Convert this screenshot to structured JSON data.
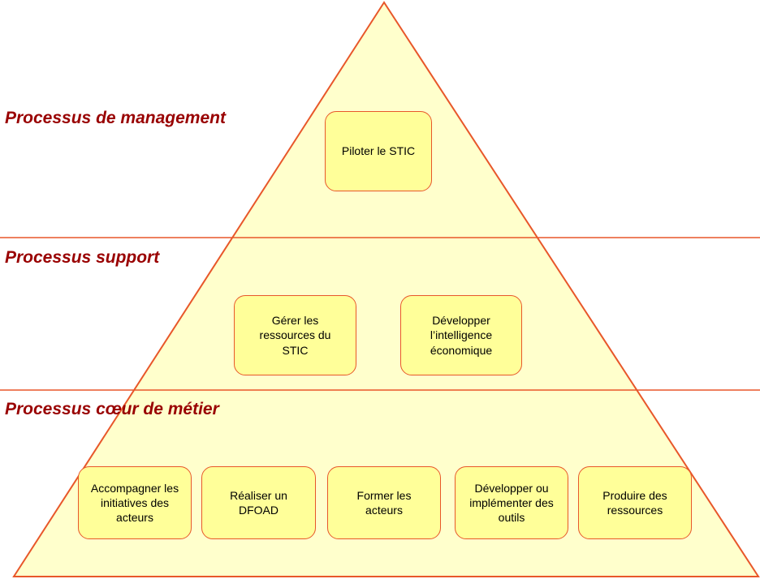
{
  "colors": {
    "pyramid_fill": "#ffffcc",
    "pyramid_stroke": "#e8572a",
    "box_fill": "#ffff99",
    "box_stroke": "#e8572a",
    "title_color": "#990000",
    "separator_color": "#e8572a"
  },
  "levels": {
    "management": {
      "title": "Processus de management",
      "boxes": [
        "Piloter le STIC"
      ]
    },
    "support": {
      "title": "Processus support",
      "boxes": [
        "Gérer les\nressources du\nSTIC",
        "Développer\nl’intelligence\néconomique"
      ]
    },
    "core": {
      "title": "Processus cœur de métier",
      "boxes": [
        "Accompagner les\ninitiatives des\nacteurs",
        "Réaliser un\nDFOAD",
        "Former les\nacteurs",
        "Développer ou\nimplémenter des\noutils",
        "Produire des\nressources"
      ]
    }
  }
}
